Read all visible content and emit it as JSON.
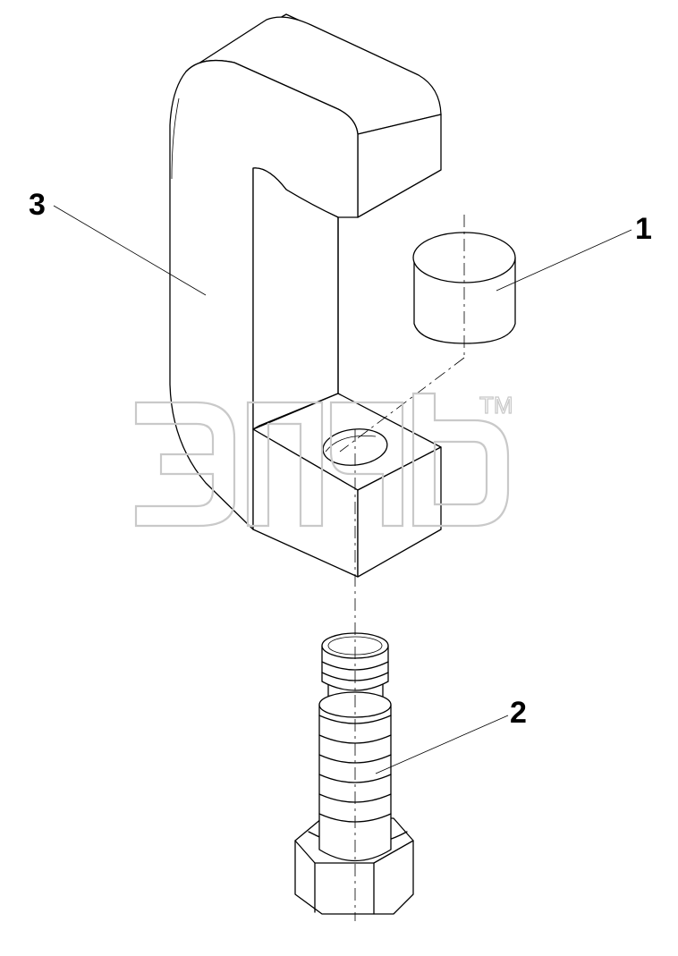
{
  "callouts": {
    "one": "1",
    "two": "2",
    "three": "3"
  },
  "watermark": {
    "trademark": "TM"
  },
  "colors": {
    "line": "#000000",
    "background": "#ffffff",
    "watermark": "#c9c9c9"
  }
}
